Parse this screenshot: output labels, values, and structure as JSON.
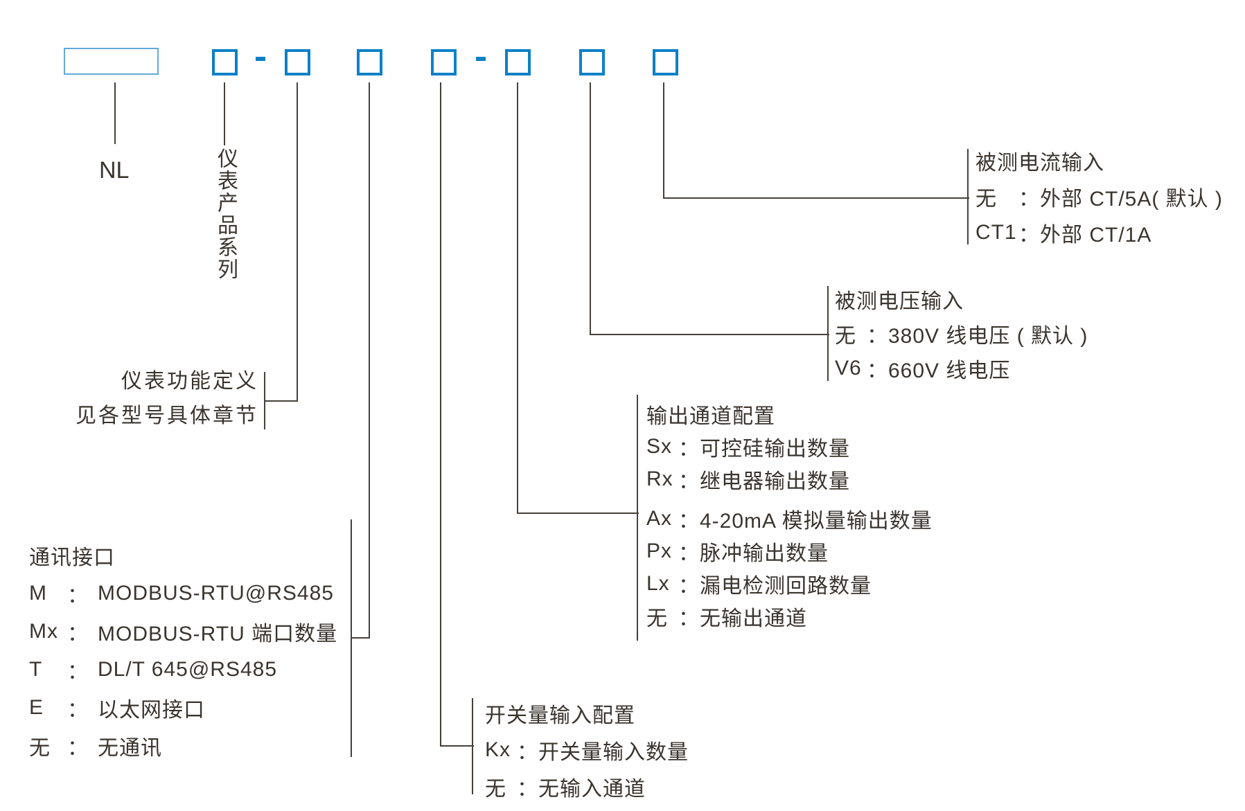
{
  "colors": {
    "box_accent": "#0c80c7",
    "box_light": "#63a9d8",
    "text": "#3a342e",
    "line": "#46403a"
  },
  "separator": "：",
  "prefix": {
    "label": "NL"
  },
  "series": {
    "label": "仪表产品系列"
  },
  "function_def": {
    "line1": "仪表功能定义",
    "line2": "见各型号具体章节"
  },
  "comm": {
    "title": "通讯接口",
    "rows": [
      {
        "key": "M",
        "desc": "MODBUS-RTU@RS485"
      },
      {
        "key": "Mx",
        "desc": "MODBUS-RTU 端口数量"
      },
      {
        "key": "T",
        "desc": "DL/T 645@RS485"
      },
      {
        "key": "E",
        "desc": "以太网接口"
      },
      {
        "key": "无",
        "desc": "无通讯"
      }
    ]
  },
  "digital_input": {
    "title": "开关量输入配置",
    "rows": [
      {
        "key": "Kx",
        "desc": "开关量输入数量"
      },
      {
        "key": "无",
        "desc": "无输入通道"
      }
    ]
  },
  "output": {
    "title": "输出通道配置",
    "rows": [
      {
        "key": "Sx",
        "desc": "可控硅输出数量"
      },
      {
        "key": "Rx",
        "desc": "继电器输出数量"
      },
      {
        "key": "Ax",
        "desc": "4-20mA 模拟量输出数量"
      },
      {
        "key": "Px",
        "desc": "脉冲输出数量"
      },
      {
        "key": "Lx",
        "desc": "漏电检测回路数量"
      },
      {
        "key": "无",
        "desc": "无输出通道"
      }
    ]
  },
  "voltage": {
    "title": "被测电压输入",
    "rows": [
      {
        "key": "无",
        "desc": "380V 线电压 ( 默认 )"
      },
      {
        "key": "V6",
        "desc": "660V 线电压"
      }
    ]
  },
  "current": {
    "title": "被测电流输入",
    "rows": [
      {
        "key": "无",
        "desc": "外部 CT/5A( 默认 )"
      },
      {
        "key": "CT1",
        "desc": "外部 CT/1A"
      }
    ]
  }
}
